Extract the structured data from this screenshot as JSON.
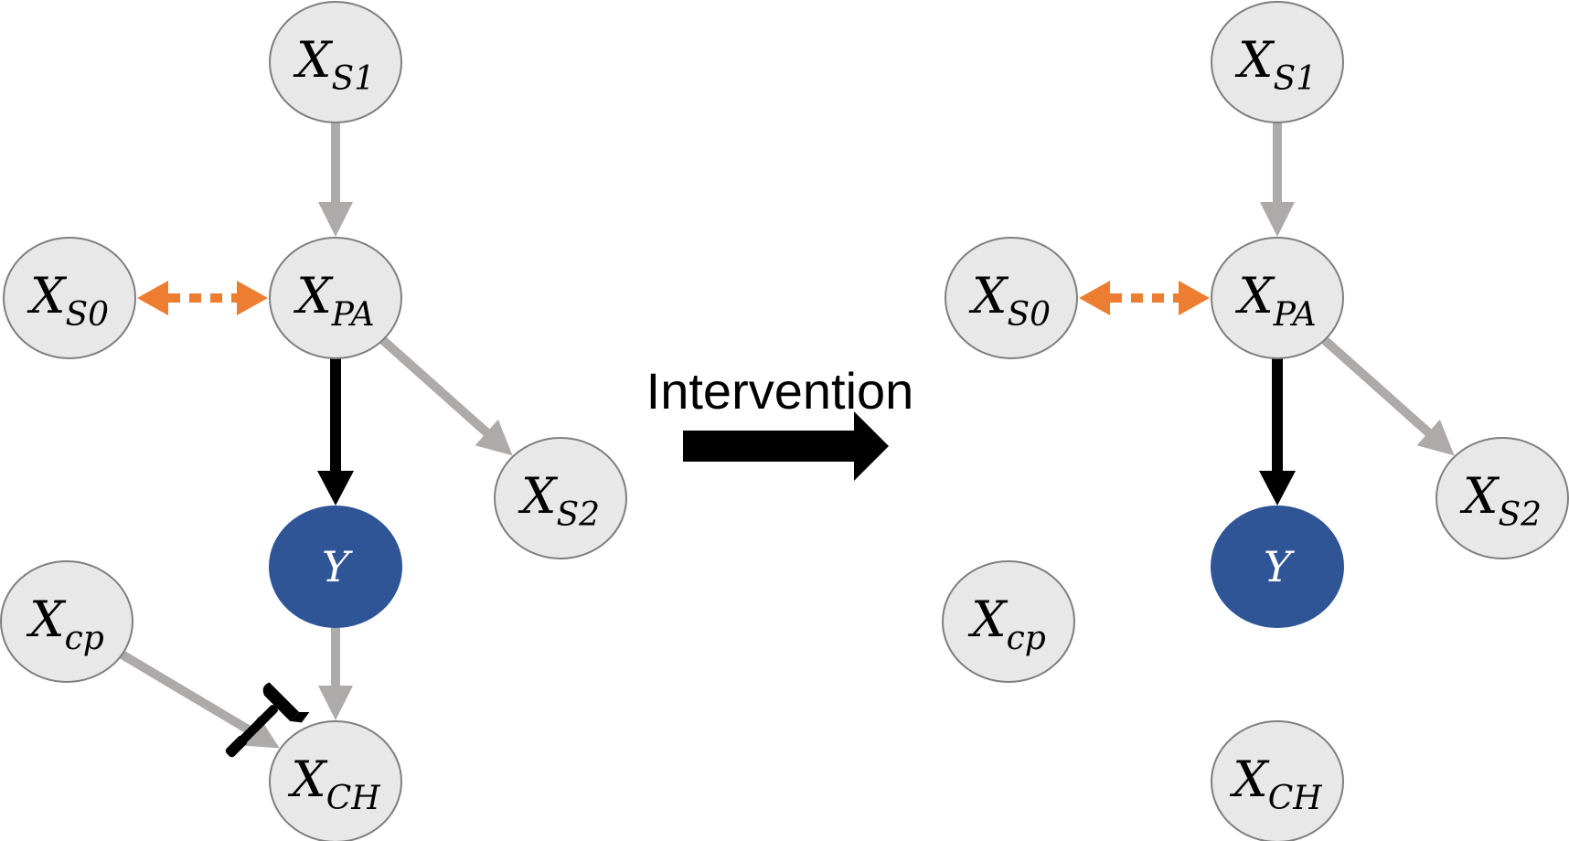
{
  "colors": {
    "node_fill": "#e8e8e8",
    "node_stroke": "#7f7f7f",
    "target_fill": "#2f5597",
    "edge_gray": "#aeaaaa",
    "edge_black": "#000000",
    "edge_orange": "#ed7d31",
    "text_dark": "#000000",
    "text_light": "#ffffff"
  },
  "intervention": {
    "label": "Intervention"
  },
  "panels": [
    {
      "id": "before",
      "nodes": [
        {
          "id": "S1",
          "base": "X",
          "sub": "S1",
          "role": "plain"
        },
        {
          "id": "PA",
          "base": "X",
          "sub": "PA",
          "role": "plain"
        },
        {
          "id": "S0",
          "base": "X",
          "sub": "S0",
          "role": "plain"
        },
        {
          "id": "S2",
          "base": "X",
          "sub": "S2",
          "role": "plain"
        },
        {
          "id": "Y",
          "base": "Y",
          "sub": "",
          "role": "target"
        },
        {
          "id": "cp",
          "base": "X",
          "sub": "cp",
          "role": "plain"
        },
        {
          "id": "CH",
          "base": "X",
          "sub": "CH",
          "role": "plain"
        }
      ],
      "edges": [
        {
          "from": "S1",
          "to": "PA",
          "style": "gray"
        },
        {
          "from": "S0",
          "to": "PA",
          "style": "orange-bidirected"
        },
        {
          "from": "PA",
          "to": "S2",
          "style": "gray"
        },
        {
          "from": "PA",
          "to": "Y",
          "style": "black"
        },
        {
          "from": "Y",
          "to": "CH",
          "style": "gray"
        },
        {
          "from": "cp",
          "to": "CH",
          "style": "gray"
        }
      ],
      "intervention_icon": "hammer-icon"
    },
    {
      "id": "after",
      "nodes": [
        {
          "id": "S1",
          "base": "X",
          "sub": "S1",
          "role": "plain"
        },
        {
          "id": "PA",
          "base": "X",
          "sub": "PA",
          "role": "plain"
        },
        {
          "id": "S0",
          "base": "X",
          "sub": "S0",
          "role": "plain"
        },
        {
          "id": "S2",
          "base": "X",
          "sub": "S2",
          "role": "plain"
        },
        {
          "id": "Y",
          "base": "Y",
          "sub": "",
          "role": "target"
        },
        {
          "id": "cp",
          "base": "X",
          "sub": "cp",
          "role": "plain"
        },
        {
          "id": "CH",
          "base": "X",
          "sub": "CH",
          "role": "plain"
        }
      ],
      "edges": [
        {
          "from": "S1",
          "to": "PA",
          "style": "gray"
        },
        {
          "from": "S0",
          "to": "PA",
          "style": "orange-bidirected"
        },
        {
          "from": "PA",
          "to": "S2",
          "style": "gray"
        },
        {
          "from": "PA",
          "to": "Y",
          "style": "black"
        }
      ]
    }
  ]
}
